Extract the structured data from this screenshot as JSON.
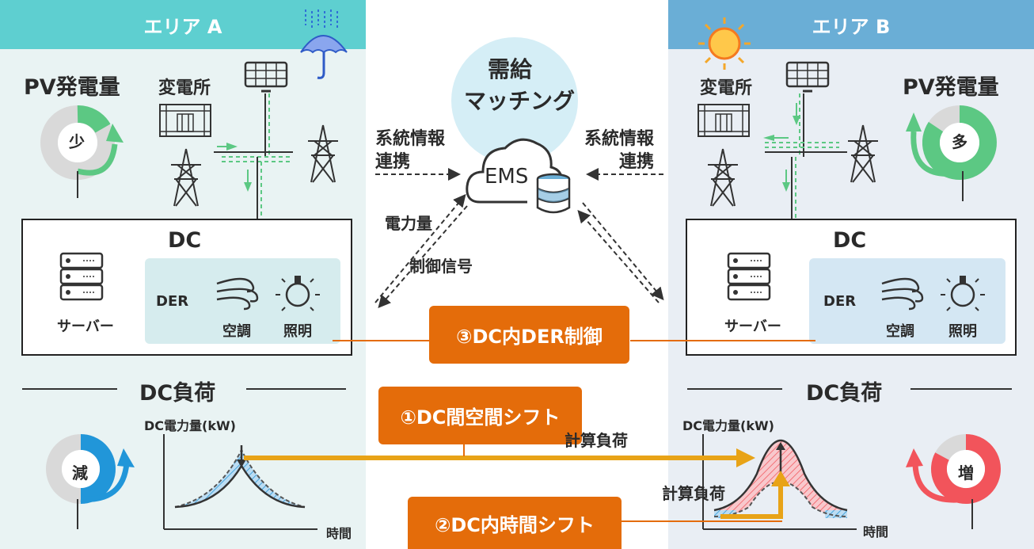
{
  "areaA": {
    "title": "エリア A",
    "pv_label": "PV発電量",
    "pv_level": "少",
    "substation": "変電所",
    "dc": "DC",
    "server": "サーバー",
    "der": "DER",
    "ac": "空調",
    "light": "照明",
    "load_title": "DC負荷",
    "load_level": "減",
    "chart_ylabel": "DC電力量(kW)",
    "chart_xlabel": "時間"
  },
  "areaB": {
    "title": "エリア B",
    "pv_label": "PV発電量",
    "pv_level": "多",
    "substation": "変電所",
    "dc": "DC",
    "server": "サーバー",
    "der": "DER",
    "ac": "空調",
    "light": "照明",
    "load_title": "DC負荷",
    "load_level": "増",
    "chart_ylabel": "DC電力量(kW)",
    "chart_xlabel": "時間",
    "compute_load": "計算負荷"
  },
  "center": {
    "matching_line1": "需給",
    "matching_line2": "マッチング",
    "ems": "EMS",
    "grid_info_left_1": "系統情報",
    "grid_info_left_2": "連携",
    "grid_info_right_1": "系統情報",
    "grid_info_right_2": "連携",
    "power": "電力量",
    "control": "制御信号",
    "der_control": "③DC内DER制御",
    "space_shift": "①DC間空間シフト",
    "compute_load": "計算負荷",
    "time_shift": "②DC内時間シフト"
  },
  "colors": {
    "areaA_header": "#5ecfd0",
    "areaA_bg": "#e9f3f3",
    "areaB_header": "#6aaed6",
    "areaB_bg": "#e9eef4",
    "green": "#5cc883",
    "blue": "#2196d9",
    "red": "#f2545b",
    "orange": "#e46c0a",
    "arrow_gold": "#e8a317"
  }
}
